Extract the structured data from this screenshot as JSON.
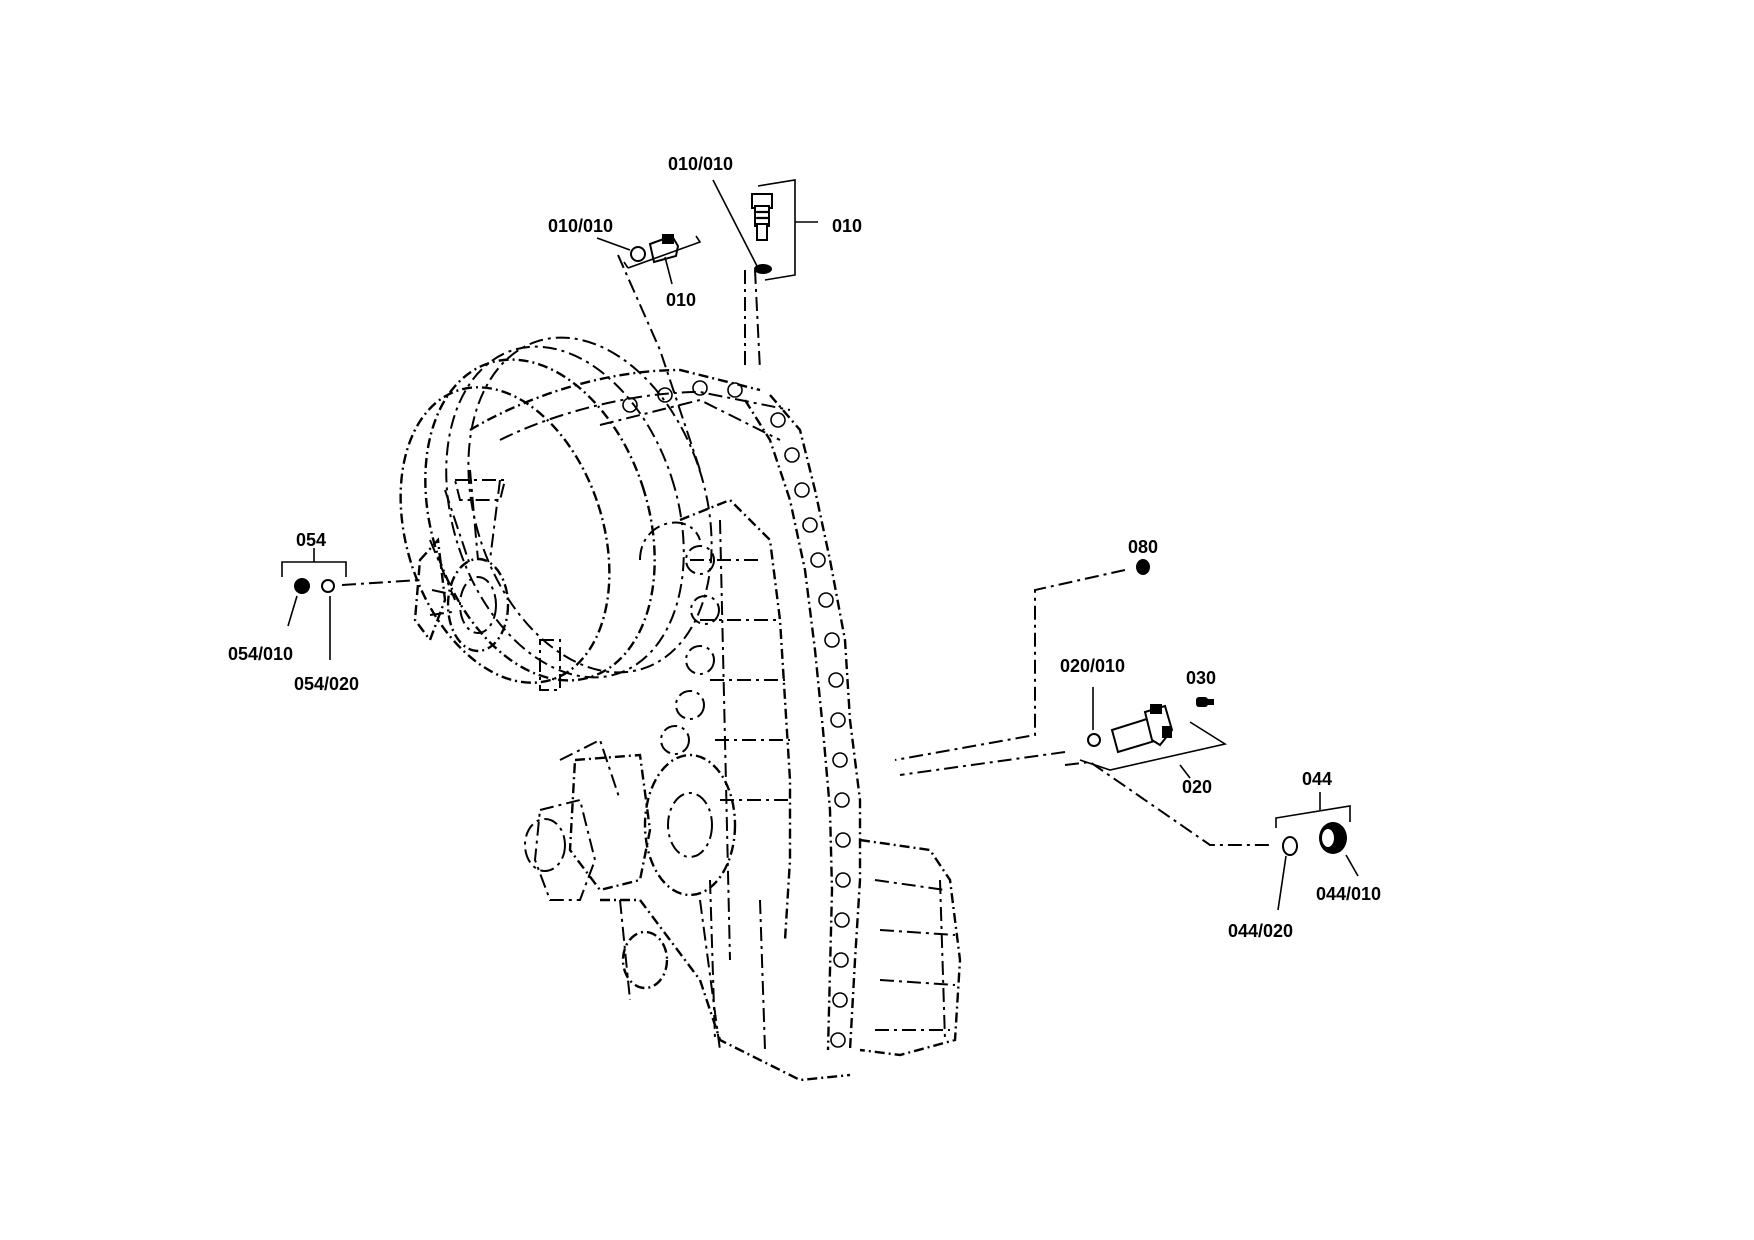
{
  "labels": {
    "p010_010_top": "010/010",
    "p010_010_left": "010/010",
    "p010_right": "010",
    "p010_left": "010",
    "p054": "054",
    "p054_010": "054/010",
    "p054_020": "054/020",
    "p080": "080",
    "p020_010": "020/010",
    "p030": "030",
    "p020": "020",
    "p044": "044",
    "p044_010": "044/010",
    "p044_020": "044/020"
  }
}
